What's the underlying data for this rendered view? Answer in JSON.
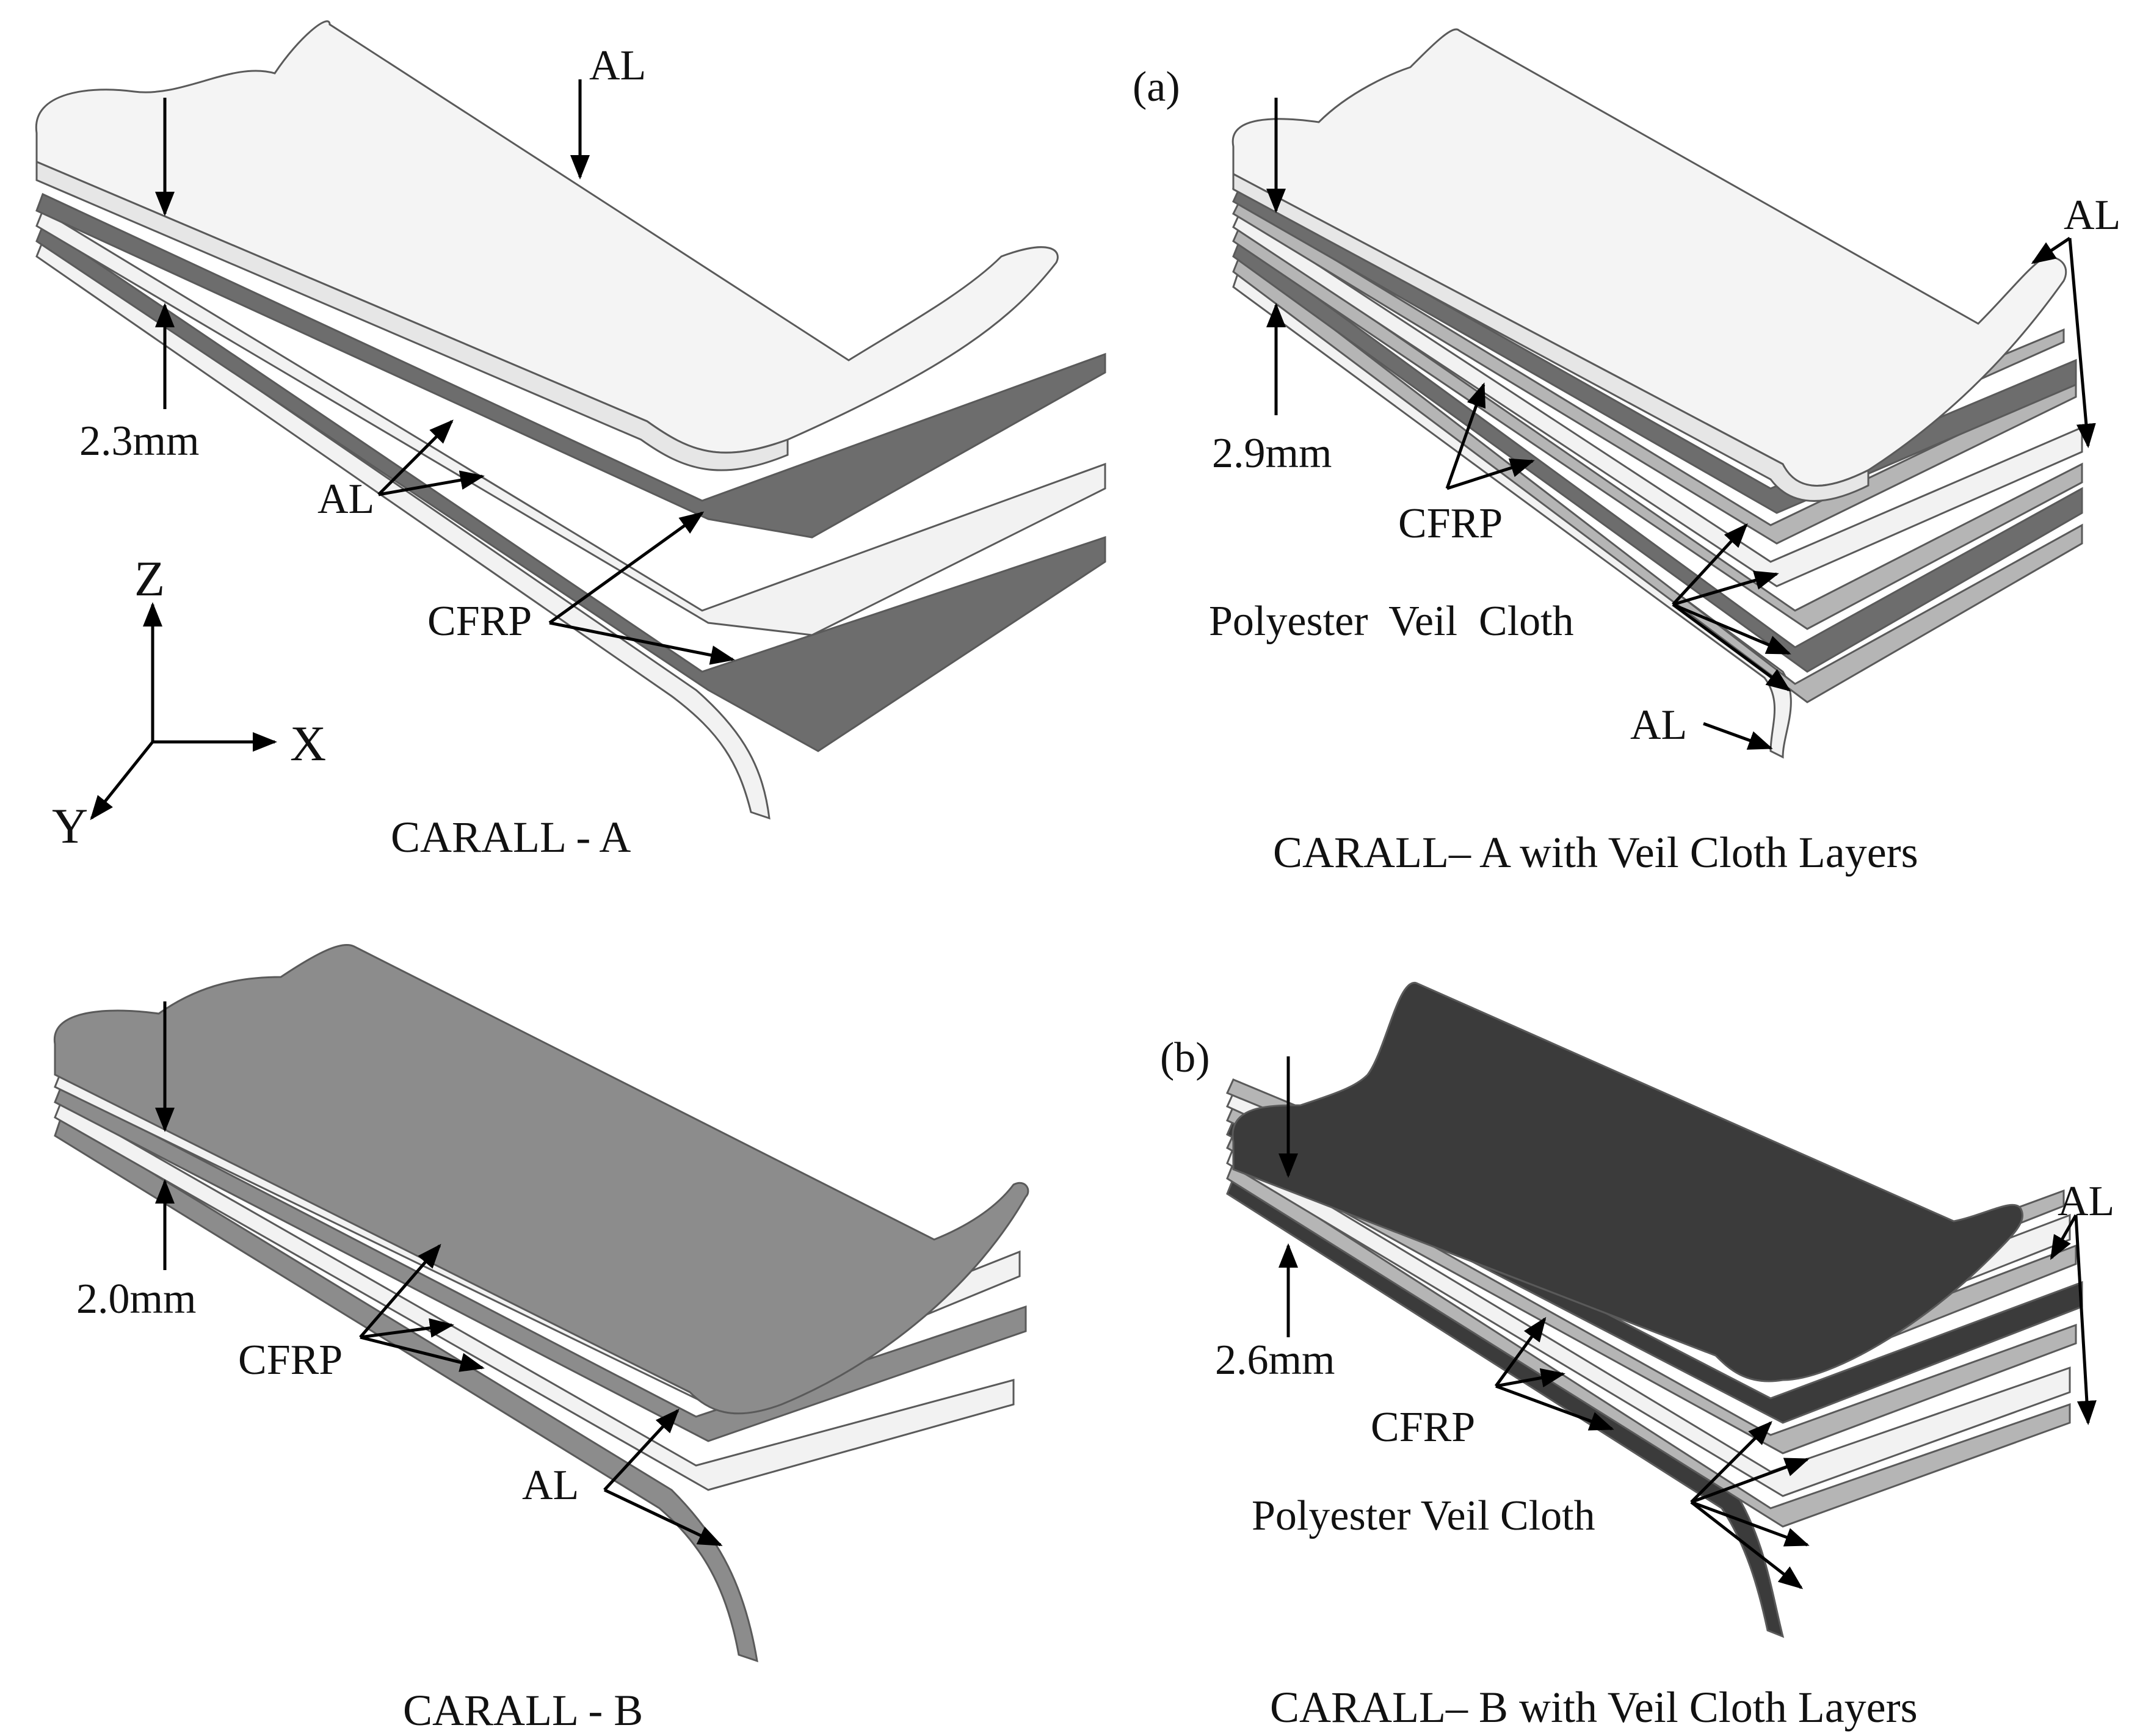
{
  "panels": {
    "a_left": {
      "caption": "CARALL - A",
      "thickness": "2.3mm",
      "al_top": "AL",
      "al_bottom": "AL",
      "cfrp": "CFRP"
    },
    "a_right": {
      "caption": "CARALL– A with Veil Cloth Layers",
      "tag": "(a)",
      "thickness": "2.9mm",
      "al_right": "AL",
      "al_bottom": "AL",
      "cfrp": "CFRP",
      "veil": "Polyester  Veil  Cloth"
    },
    "b_left": {
      "caption": "CARALL - B",
      "thickness": "2.0mm",
      "cfrp": "CFRP",
      "al": "AL"
    },
    "b_right": {
      "caption": "CARALL– B with Veil Cloth Layers",
      "tag": "(b)",
      "thickness": "2.6mm",
      "al_right": "AL",
      "cfrp": "CFRP",
      "veil": "Polyester Veil Cloth"
    }
  },
  "axes": {
    "z": "Z",
    "x": "X",
    "y": "Y"
  },
  "colors": {
    "aluminium": "#f2f2f2",
    "cfrp_dark": "#6d6d6d",
    "cfrp_mid": "#8c8c8c",
    "veil_gray": "#b5b5b5",
    "cfrp_black": "#3b3b3b",
    "outline": "#5a5a5a"
  }
}
